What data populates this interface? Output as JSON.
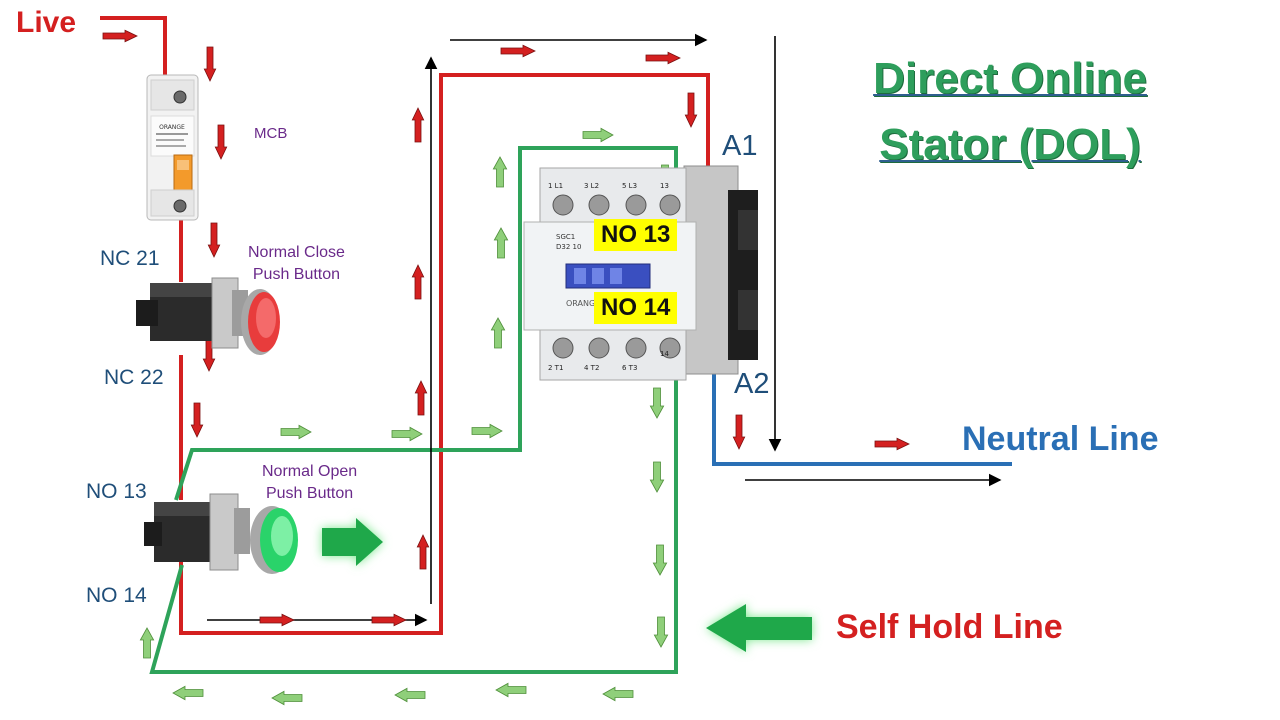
{
  "labels": {
    "live": "Live",
    "title_line1": "Direct Online",
    "title_line2": "Stator (DOL)",
    "a1": "A1",
    "a2": "A2",
    "neutral_line": "Neutral Line",
    "self_hold_line": "Self Hold Line",
    "mcb": "MCB",
    "nc_button_line1": "Normal Close",
    "nc_button_line2": "Push Button",
    "no_button_line1": "Normal Open",
    "no_button_line2": "Push Button",
    "nc21": "NC 21",
    "nc22": "NC 22",
    "no13_left": "NO 13",
    "no14_left": "NO 14",
    "no13_contactor": "NO 13",
    "no14_contactor": "NO 14"
  },
  "device_text": {
    "mcb_brand": "ORANGE",
    "contactor_terminals_top": [
      "1 L1",
      "3 L2",
      "5 L3",
      "13"
    ],
    "contactor_terminals_bottom": [
      "2 T1",
      "4 T2",
      "6 T3",
      "14"
    ],
    "contactor_model": [
      "SGC1",
      "D32 10"
    ],
    "contactor_brand": "ORANGE"
  },
  "colors": {
    "live_wire": "#d42020",
    "neutral_wire": "#2a6fb5",
    "self_hold_wire": "#2ea35a",
    "arrow_green_light": "#8fcf7a",
    "title_green": "#2e9e5c",
    "highlight_yellow": "#ffff00"
  },
  "icons": {
    "nc_button": "red-push-button-icon",
    "no_button": "green-push-button-icon",
    "mcb": "mcb-breaker-icon",
    "contactor": "contactor-icon"
  }
}
